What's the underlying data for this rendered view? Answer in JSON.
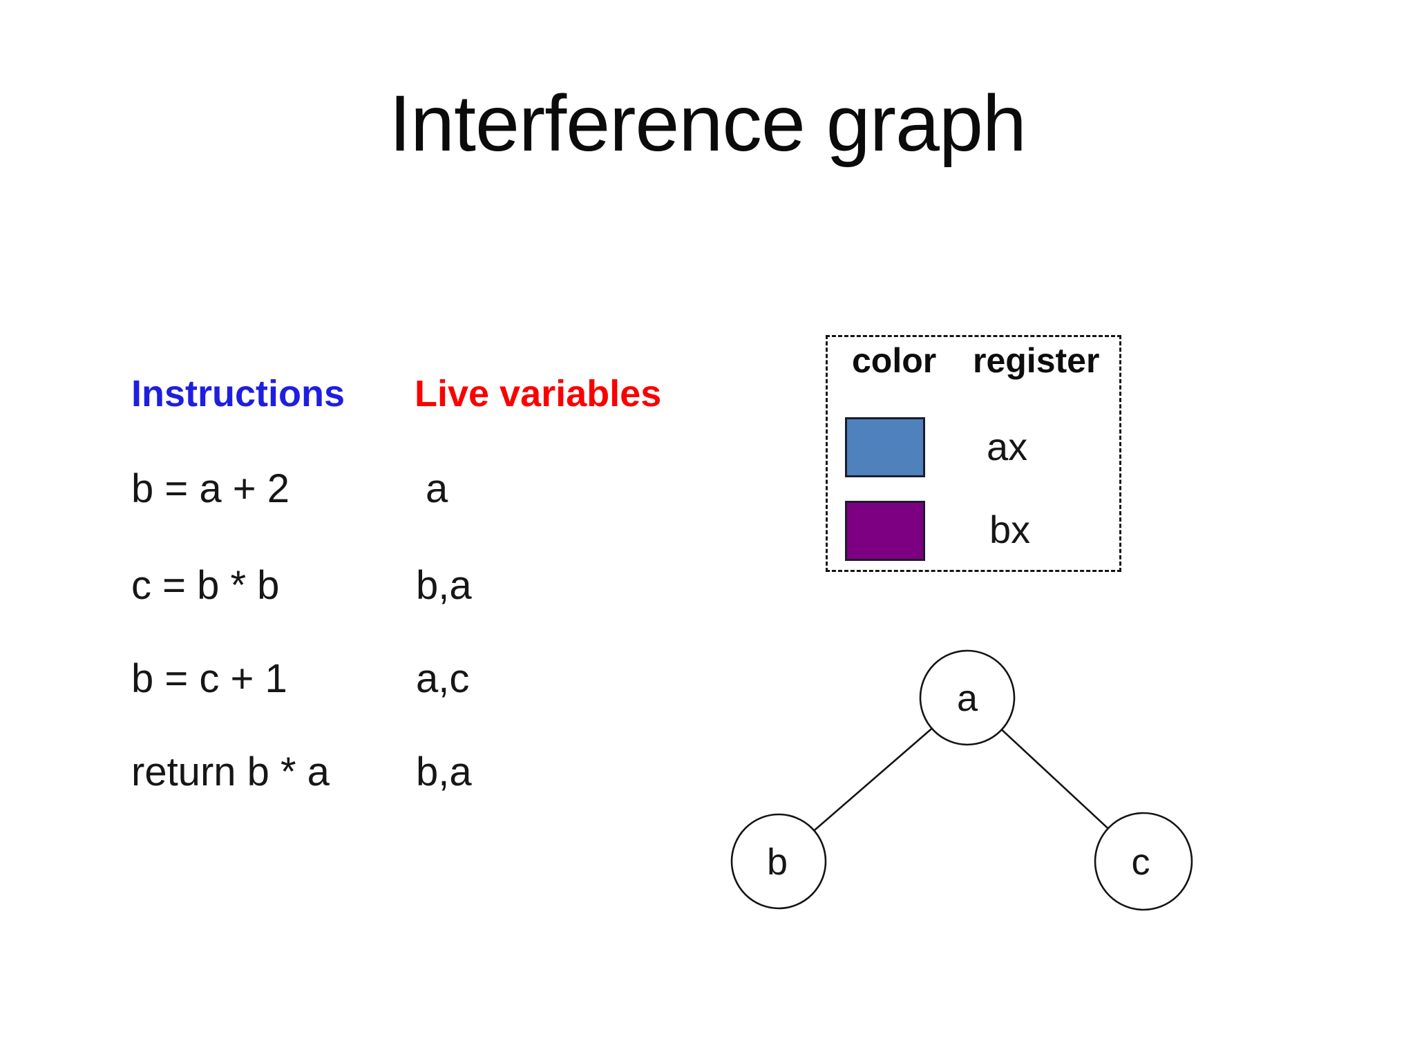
{
  "slide": {
    "title": "Interference graph"
  },
  "colors": {
    "instructions_header": "#1e1ee0",
    "live_header": "#fa0000",
    "body_text": "#161616",
    "swatch_ax": "#4f81bd",
    "swatch_bx": "#7d0082"
  },
  "table": {
    "headers": {
      "instructions": "Instructions",
      "live_variables": "Live variables"
    },
    "rows": [
      {
        "instruction": "b = a + 2",
        "live": "a"
      },
      {
        "instruction": "c = b * b",
        "live": "b,a"
      },
      {
        "instruction": "b = c + 1",
        "live": "a,c"
      },
      {
        "instruction": "return b * a",
        "live": "b,a"
      }
    ]
  },
  "legend": {
    "headers": {
      "color": "color",
      "register": "register"
    },
    "entries": [
      {
        "color": "#4f81bd",
        "register": "ax"
      },
      {
        "color": "#7d0082",
        "register": "bx"
      }
    ]
  },
  "graph": {
    "nodes": [
      {
        "id": "a",
        "label": "a"
      },
      {
        "id": "b",
        "label": "b"
      },
      {
        "id": "c",
        "label": "c"
      }
    ],
    "edges": [
      {
        "from": "a",
        "to": "b"
      },
      {
        "from": "a",
        "to": "c"
      }
    ]
  }
}
